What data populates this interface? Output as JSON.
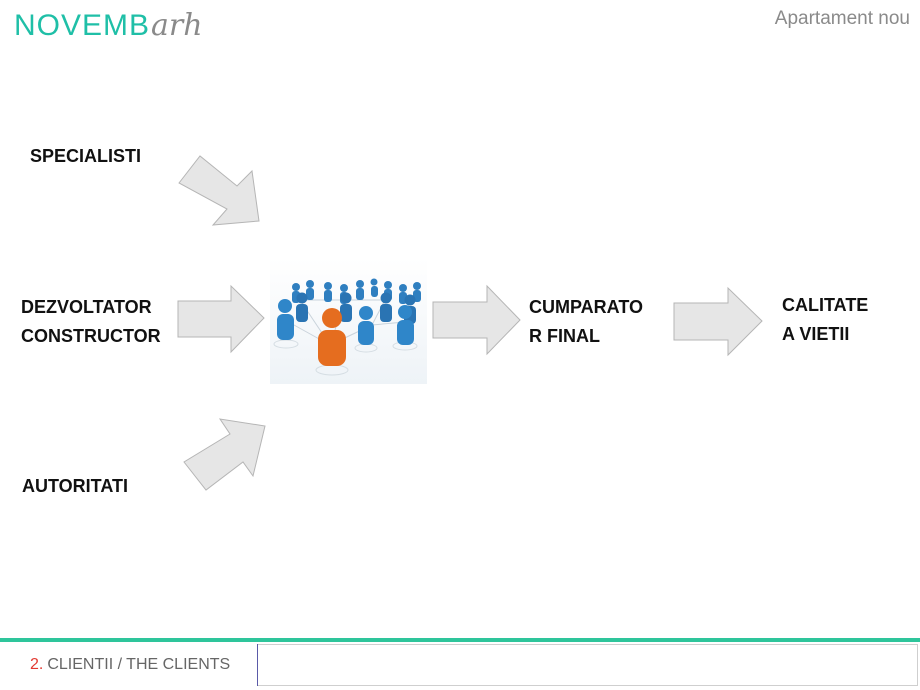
{
  "header": {
    "logo_main": "NOVEMB",
    "logo_script": "arh",
    "title": "Apartament nou"
  },
  "diagram": {
    "inputs": {
      "specialisti": "SPECIALISTI",
      "dezvoltator": "DEZVOLTATOR\nCONSTRUCTOR",
      "autoritati": "AUTORITATI"
    },
    "cumparator": "CUMPARATO\nR FINAL",
    "calitate": "CALITATE\nA VIETII",
    "center_image": "people-network-icon"
  },
  "footer": {
    "number": "2.",
    "section": "CLIENTII / THE CLIENTS"
  },
  "colors": {
    "brand": "#1fbfa7",
    "footer_line": "#2ec59b",
    "arrow_fill": "#e6e6e6",
    "arrow_stroke": "#b5b5b5",
    "person_blue": "#2f7fc0",
    "person_orange": "#e56d1f",
    "footer_number": "#e23a32"
  }
}
